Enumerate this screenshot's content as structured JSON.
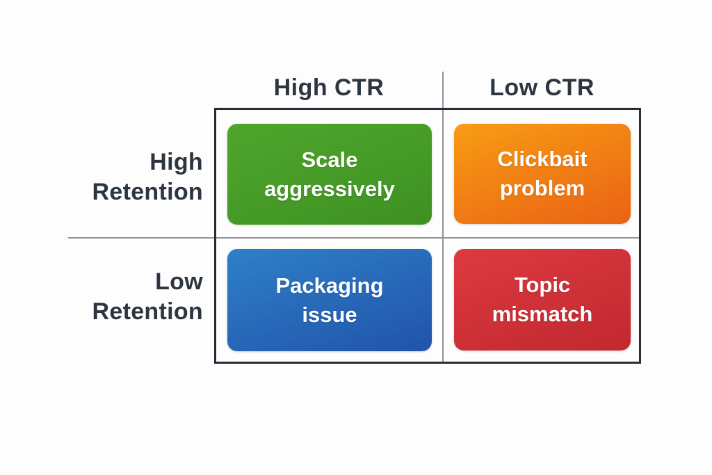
{
  "matrix": {
    "columns": [
      {
        "label": "High CTR"
      },
      {
        "label": "Low CTR"
      }
    ],
    "rows": [
      {
        "label": "High Retention"
      },
      {
        "label": "Low Retention"
      }
    ],
    "cells": [
      {
        "row": "High Retention",
        "column": "High CTR",
        "label": "Scale aggressively",
        "color_top": "#4fa62d",
        "color_bottom": "#3e9122"
      },
      {
        "row": "High Retention",
        "column": "Low CTR",
        "label": "Clickbait problem",
        "color_top": "#f89c14",
        "color_bottom": "#ea6214"
      },
      {
        "row": "Low Retention",
        "column": "High CTR",
        "label": "Packaging issue",
        "color_top": "#2e80c7",
        "color_bottom": "#2153ab"
      },
      {
        "row": "Low Retention",
        "column": "Low CTR",
        "label": "Topic mismatch",
        "color_top": "#dc3a40",
        "color_bottom": "#c2282f"
      }
    ],
    "colors": {
      "outer_border": "#262d36",
      "grid_line": "#909498",
      "header_text": "#2d3640",
      "cell_text": "#ffffff",
      "background": "#fdfdfd"
    }
  }
}
